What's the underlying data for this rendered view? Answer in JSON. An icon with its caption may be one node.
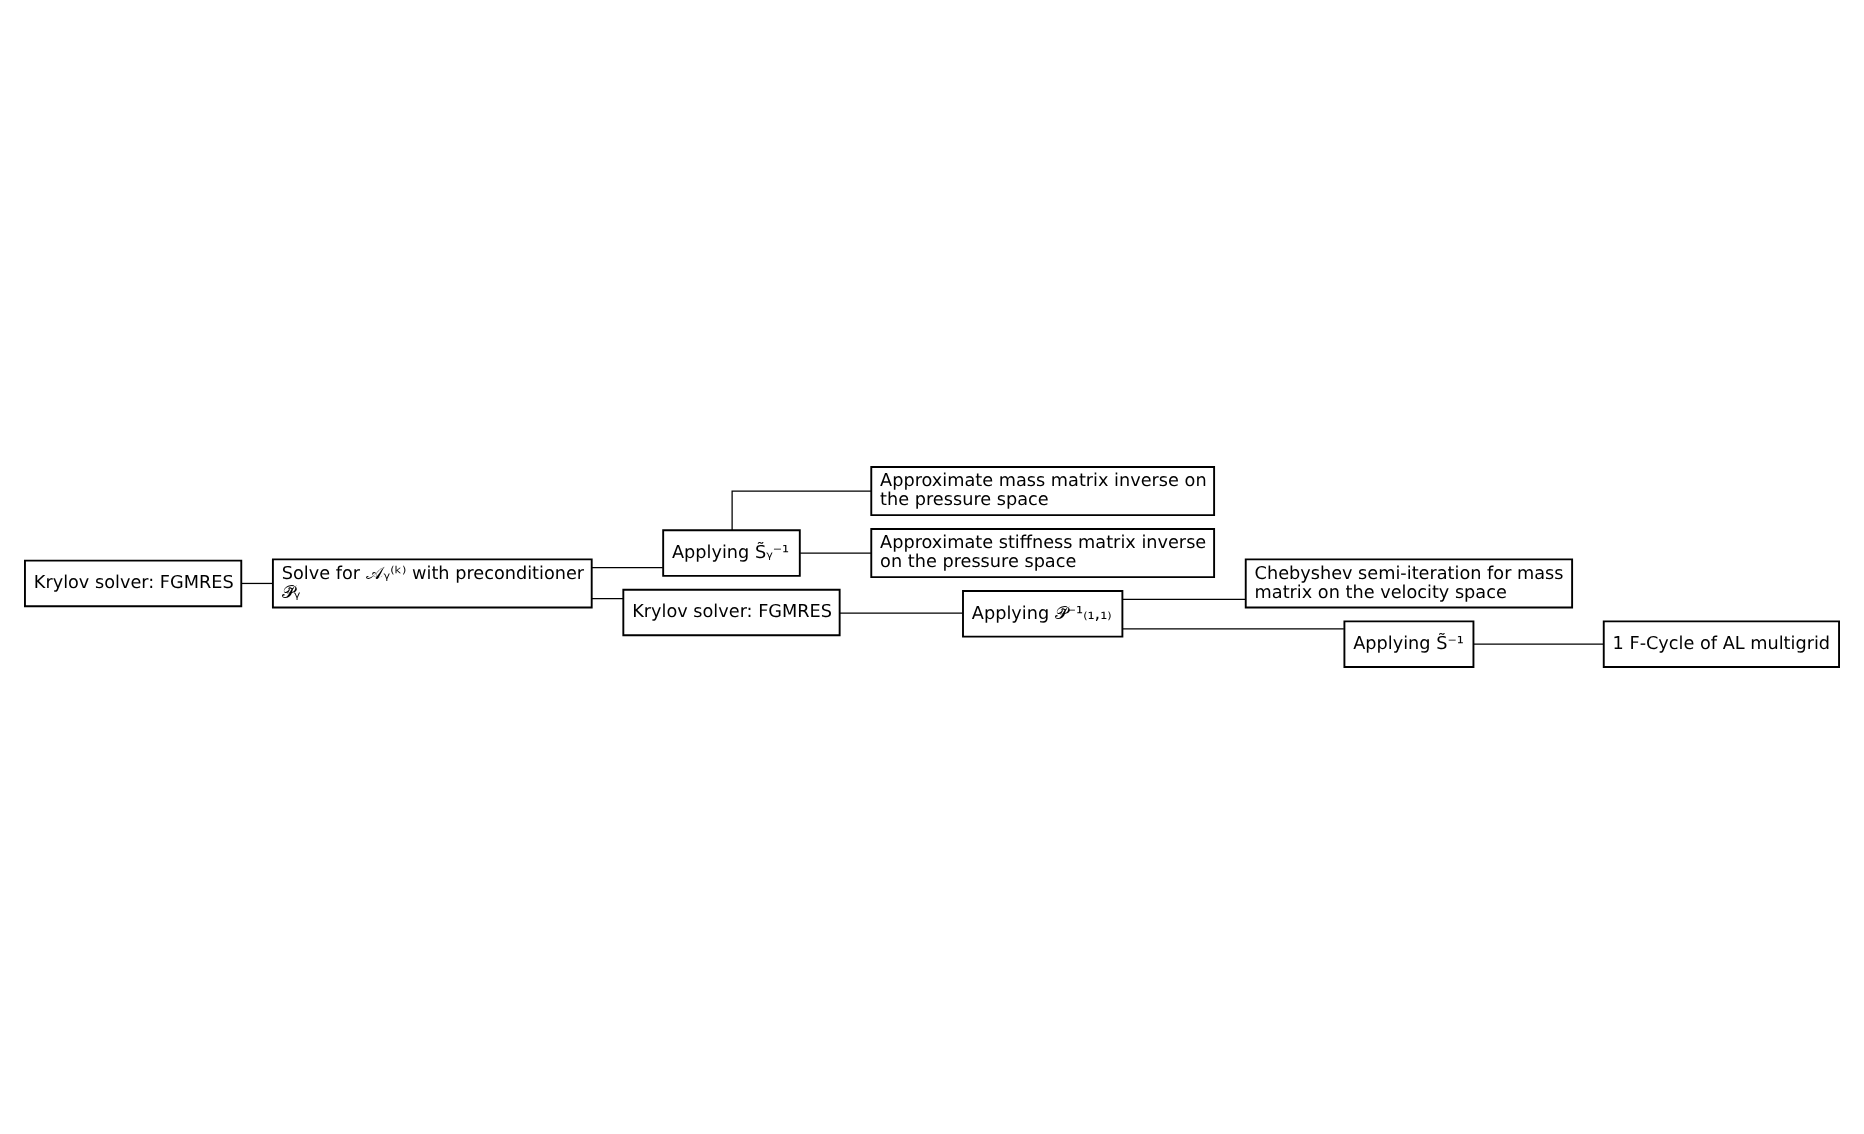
{
  "diagram": {
    "nodes": [
      {
        "text": [
          "Krylov solver: FGMRES"
        ]
      },
      {
        "text": [
          "Solve for 𝒜ᵧ⁽ᵏ⁾ with preconditioner 𝒫̃ᵧ"
        ]
      },
      {
        "text": [
          "Applying S̃ᵧ⁻¹"
        ]
      },
      {
        "text": [
          "Approximate mass matrix inverse on the pressure space"
        ]
      },
      {
        "text": [
          "Approximate stiffness matrix inverse on the pressure space"
        ]
      },
      {
        "text": [
          "Krylov solver: FGMRES"
        ]
      },
      {
        "text": [
          "Applying 𝒫̃⁻¹₍₁,₁₎"
        ]
      },
      {
        "text": [
          "Chebyshev semi-iteration for mass matrix on the velocity space"
        ]
      },
      {
        "text": [
          "Applying S̃⁻¹"
        ]
      },
      {
        "text": [
          "1 F-Cycle of AL multigrid"
        ]
      }
    ],
    "edges": [
      {
        "from": 0,
        "to": 1,
        "arrow": "none"
      },
      {
        "from": 1,
        "to": 2,
        "arrow": "none"
      },
      {
        "from": 2,
        "to": 3,
        "arrow": "none"
      },
      {
        "from": 2,
        "to": 4,
        "arrow": "none"
      },
      {
        "from": 1,
        "to": 5,
        "arrow": "none"
      },
      {
        "from": 5,
        "to": 6,
        "arrow": "none"
      },
      {
        "from": 6,
        "to": 7,
        "arrow": "none"
      },
      {
        "from": 6,
        "to": 8,
        "arrow": "none"
      },
      {
        "from": 8,
        "to": 9,
        "arrow": "none"
      }
    ]
  }
}
